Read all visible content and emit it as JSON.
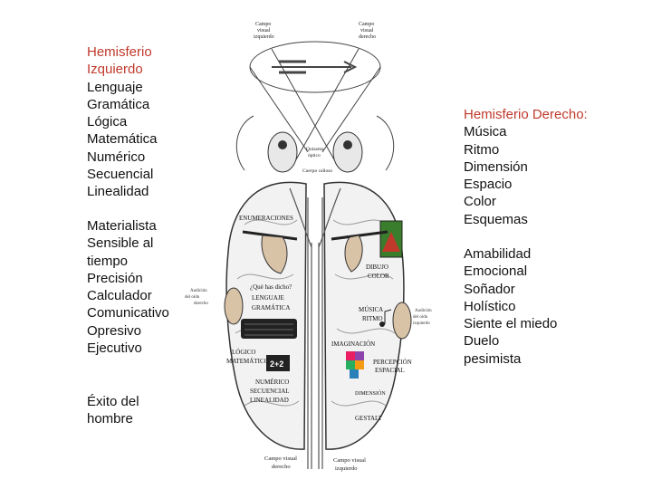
{
  "left_block": {
    "title": [
      "Hemisferio",
      "Izquierdo"
    ],
    "items": [
      "Lenguaje",
      "Gramática",
      "Lógica",
      "Matemática",
      "Numérico",
      "Secuencial",
      "Linealidad"
    ]
  },
  "left_block2": {
    "items": [
      "Materialista",
      "Sensible al",
      "tiempo",
      "Precisión",
      "Calculador",
      "Comunicativo",
      "Opresivo",
      "Ejecutivo"
    ]
  },
  "left_footer": [
    "Éxito del",
    "hombre"
  ],
  "right_block": {
    "title": "Hemisferio Derecho:",
    "items": [
      "Música",
      "Ritmo",
      "Dimensión",
      "Espacio",
      "Color",
      "Esquemas"
    ]
  },
  "right_block2": {
    "items": [
      "Amabilidad",
      "Emocional",
      "Soñador",
      "Holístico",
      "Siente el miedo",
      "Duelo",
      "pesimista"
    ]
  },
  "diagram": {
    "top_left_label": [
      "Campo",
      "visual",
      "izquierdo"
    ],
    "top_right_label": [
      "Campo",
      "visual",
      "derecho"
    ],
    "optic_label": [
      "Quiasma",
      "óptico"
    ],
    "callosum_label": [
      "Cuerpo calloso"
    ],
    "left_words": [
      "ENUMERACIONES",
      "¿Qué has dicho?",
      "LENGUAJE",
      "GRAMÁTICA",
      "LÓGICO",
      "MATEMÁTICO",
      "NUMÉRICO",
      "SECUENCIAL",
      "LINEALIDAD"
    ],
    "math_tile": "2+2",
    "right_words": [
      "DIBUJO",
      "COLOR",
      "MÚSICA",
      "RITMO",
      "IMAGINACIÓN",
      "PERCEPCIÓN",
      "ESPACIAL",
      "DIMENSIÓN",
      "GESTALT"
    ],
    "left_ear_note": [
      "Audición",
      "del oído",
      "derecho"
    ],
    "right_ear_note": [
      "Audición",
      "del oído",
      "izquierdo"
    ],
    "bottom_left_label": [
      "Campo visual",
      "derecho"
    ],
    "bottom_right_label": [
      "Campo visual",
      "izquierdo"
    ]
  },
  "colors": {
    "title_red": "#c0392b",
    "text": "#111111",
    "brain_line": "#333333",
    "brain_fill": "#f2f2f2"
  }
}
